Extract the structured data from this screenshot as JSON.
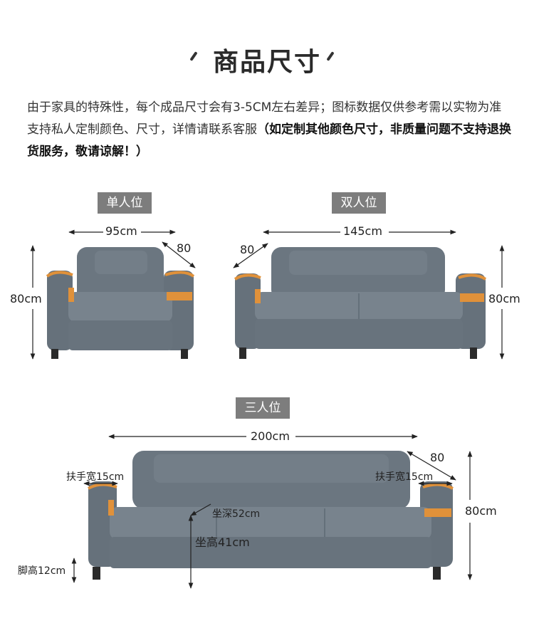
{
  "title": "商品尺寸",
  "description": {
    "normal": "由于家具的特殊性，每个成品尺寸会有3-5CM左右差异；图标数据仅供参考需以实物为准支持私人定制颜色、尺寸，详情请联系客服",
    "bold": "（如定制其他颜色尺寸，非质量问题不支持退换货服务，敬请谅解！）"
  },
  "single": {
    "label": "单人位",
    "width": "95cm",
    "depth": "80",
    "height": "80cm"
  },
  "double": {
    "label": "双人位",
    "width": "145cm",
    "depth": "80",
    "height": "80cm"
  },
  "triple": {
    "label": "三人位",
    "width": "200cm",
    "depth": "80",
    "height": "80cm",
    "armrest_left": "扶手宽15cm",
    "armrest_right": "扶手宽15cm",
    "seat_depth": "坐深52cm",
    "seat_height": "坐高41cm",
    "leg_height": "脚高12cm"
  },
  "colors": {
    "sofa": "#6d7882",
    "sofa_dark": "#55606a",
    "accent": "#e0913a",
    "leg": "#2b2b2b"
  }
}
